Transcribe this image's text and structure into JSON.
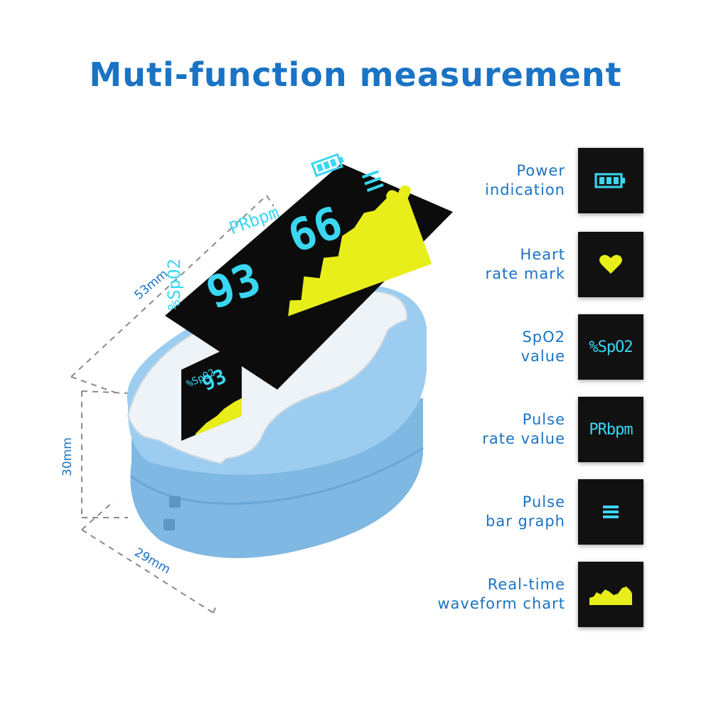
{
  "title": "Muti-function measurement",
  "device": {
    "screen": {
      "spo2_label": "%SpO2",
      "pr_label": "PRbpm",
      "spo2_value": "93",
      "pr_value": "66"
    },
    "small_screen": {
      "spo2_label": "%SpO2",
      "spo2_value": "93"
    },
    "dimensions": {
      "length": "53mm",
      "height": "30mm",
      "width": "29mm"
    }
  },
  "features": [
    {
      "label": "Power\nindication",
      "icon": "battery-icon"
    },
    {
      "label": "Heart\nrate mark",
      "icon": "heart-icon"
    },
    {
      "label": "SpO2\nvalue",
      "icon": "spo2-text",
      "tile_text": "%SpO2"
    },
    {
      "label": "Pulse\nrate value",
      "icon": "pr-text",
      "tile_text": "PRbpm"
    },
    {
      "label": "Pulse\nbar graph",
      "icon": "bar-graph-icon"
    },
    {
      "label": "Real-time\nwaveform chart",
      "icon": "waveform-icon"
    }
  ],
  "colors": {
    "title": "#1a73c4",
    "device_body": "#8cc4ec",
    "screen_cyan": "#3ad7f2",
    "screen_yellow": "#e8ee1a",
    "tile_bg": "#111111"
  }
}
